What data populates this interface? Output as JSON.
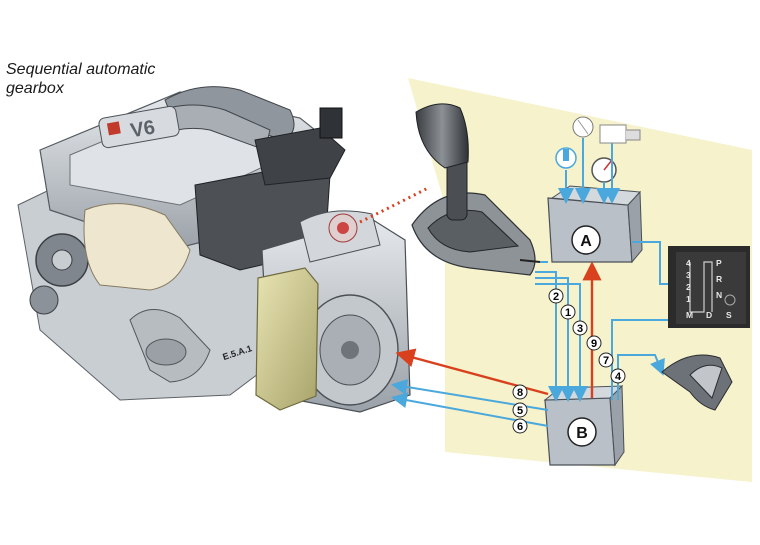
{
  "title": {
    "line1": "Sequential automatic",
    "line2": "gearbox"
  },
  "engine": {
    "badge": "V6",
    "code": "E.5.A.1"
  },
  "modules": {
    "a": "A",
    "b": "B"
  },
  "connections": [
    "1",
    "2",
    "3",
    "4",
    "5",
    "6",
    "7",
    "8",
    "9"
  ],
  "gear_pattern": {
    "manual_column": [
      "4",
      "3",
      "2",
      "1",
      "M"
    ],
    "auto_column": [
      "P",
      "R",
      "N",
      "D",
      "S"
    ]
  },
  "colors": {
    "panel_bg": "#f6f2cb",
    "signal_blue": "#4aa8dc",
    "signal_red": "#d8401e",
    "module_gray": "#b9c0c8"
  }
}
